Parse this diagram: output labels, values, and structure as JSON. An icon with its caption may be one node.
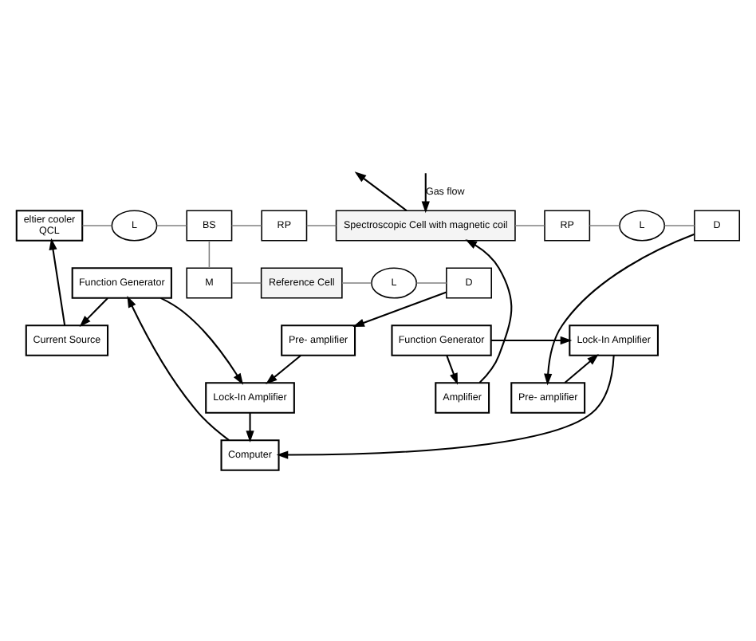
{
  "diagram": {
    "nodes": [
      {
        "text": [
          "eltier cooler",
          "QCL"
        ]
      },
      {
        "text": [
          "L"
        ]
      },
      {
        "text": [
          "BS"
        ]
      },
      {
        "text": [
          "RP"
        ]
      },
      {
        "text": [
          "Spectroscopic Cell with magnetic coil"
        ]
      },
      {
        "text": [
          "RP"
        ]
      },
      {
        "text": [
          "L"
        ]
      },
      {
        "text": [
          "D"
        ]
      },
      {
        "text": [
          "Pre- amplifier"
        ]
      },
      {
        "text": [
          "Lock-In Amplifier"
        ]
      },
      {
        "text": [
          "Amplifier"
        ]
      },
      {
        "text": [
          "Function Generator"
        ]
      },
      {
        "text": [
          "Current Source"
        ]
      },
      {
        "text": [
          "Function Generator"
        ]
      },
      {
        "text": [
          "M"
        ]
      },
      {
        "text": [
          "Reference Cell"
        ]
      },
      {
        "text": [
          "L"
        ]
      },
      {
        "text": [
          "D"
        ]
      },
      {
        "text": [
          "Pre- amplifier"
        ]
      },
      {
        "text": [
          "Lock-In Amplifier"
        ]
      },
      {
        "text": [
          "Computer"
        ]
      }
    ],
    "edges": [
      {
        "from": 0,
        "to": 1,
        "arrow": "none",
        "color": "#808080"
      },
      {
        "from": 1,
        "to": 2,
        "arrow": "none",
        "color": "#808080"
      },
      {
        "from": 2,
        "to": 3,
        "arrow": "none",
        "color": "#808080"
      },
      {
        "from": 3,
        "to": 4,
        "arrow": "none",
        "color": "#808080"
      },
      {
        "from": 4,
        "to": 5,
        "arrow": "none",
        "color": "#808080"
      },
      {
        "from": 5,
        "to": 6,
        "arrow": "none",
        "color": "#808080"
      },
      {
        "from": 6,
        "to": 7,
        "arrow": "none",
        "color": "#808080"
      },
      {
        "from": 4,
        "to": null,
        "arrow": "to"
      },
      {
        "from": null,
        "to": 4,
        "arrow": "to",
        "label": "Gas flow"
      },
      {
        "from": 2,
        "to": 14,
        "arrow": "none",
        "color": "#808080"
      },
      {
        "from": 14,
        "to": 15,
        "arrow": "none",
        "color": "#808080"
      },
      {
        "from": 15,
        "to": 16,
        "arrow": "none",
        "color": "#808080"
      },
      {
        "from": 16,
        "to": 17,
        "arrow": "none",
        "color": "#808080"
      },
      {
        "from": 7,
        "to": 8,
        "arrow": "to"
      },
      {
        "from": 8,
        "to": 9,
        "arrow": "to"
      },
      {
        "from": 10,
        "to": 4,
        "arrow": "to"
      },
      {
        "from": 11,
        "to": 10,
        "arrow": "to"
      },
      {
        "from": 11,
        "to": 9,
        "arrow": "to"
      },
      {
        "from": 12,
        "to": 0,
        "arrow": "to"
      },
      {
        "from": 13,
        "to": 12,
        "arrow": "to"
      },
      {
        "from": 17,
        "to": 18,
        "arrow": "to"
      },
      {
        "from": 18,
        "to": 19,
        "arrow": "to"
      },
      {
        "from": 13,
        "to": 19,
        "arrow": "to"
      },
      {
        "from": 19,
        "to": 20,
        "arrow": "to"
      },
      {
        "from": 9,
        "to": 20,
        "arrow": "to"
      },
      {
        "from": 20,
        "to": 13,
        "arrow": "to"
      }
    ]
  }
}
